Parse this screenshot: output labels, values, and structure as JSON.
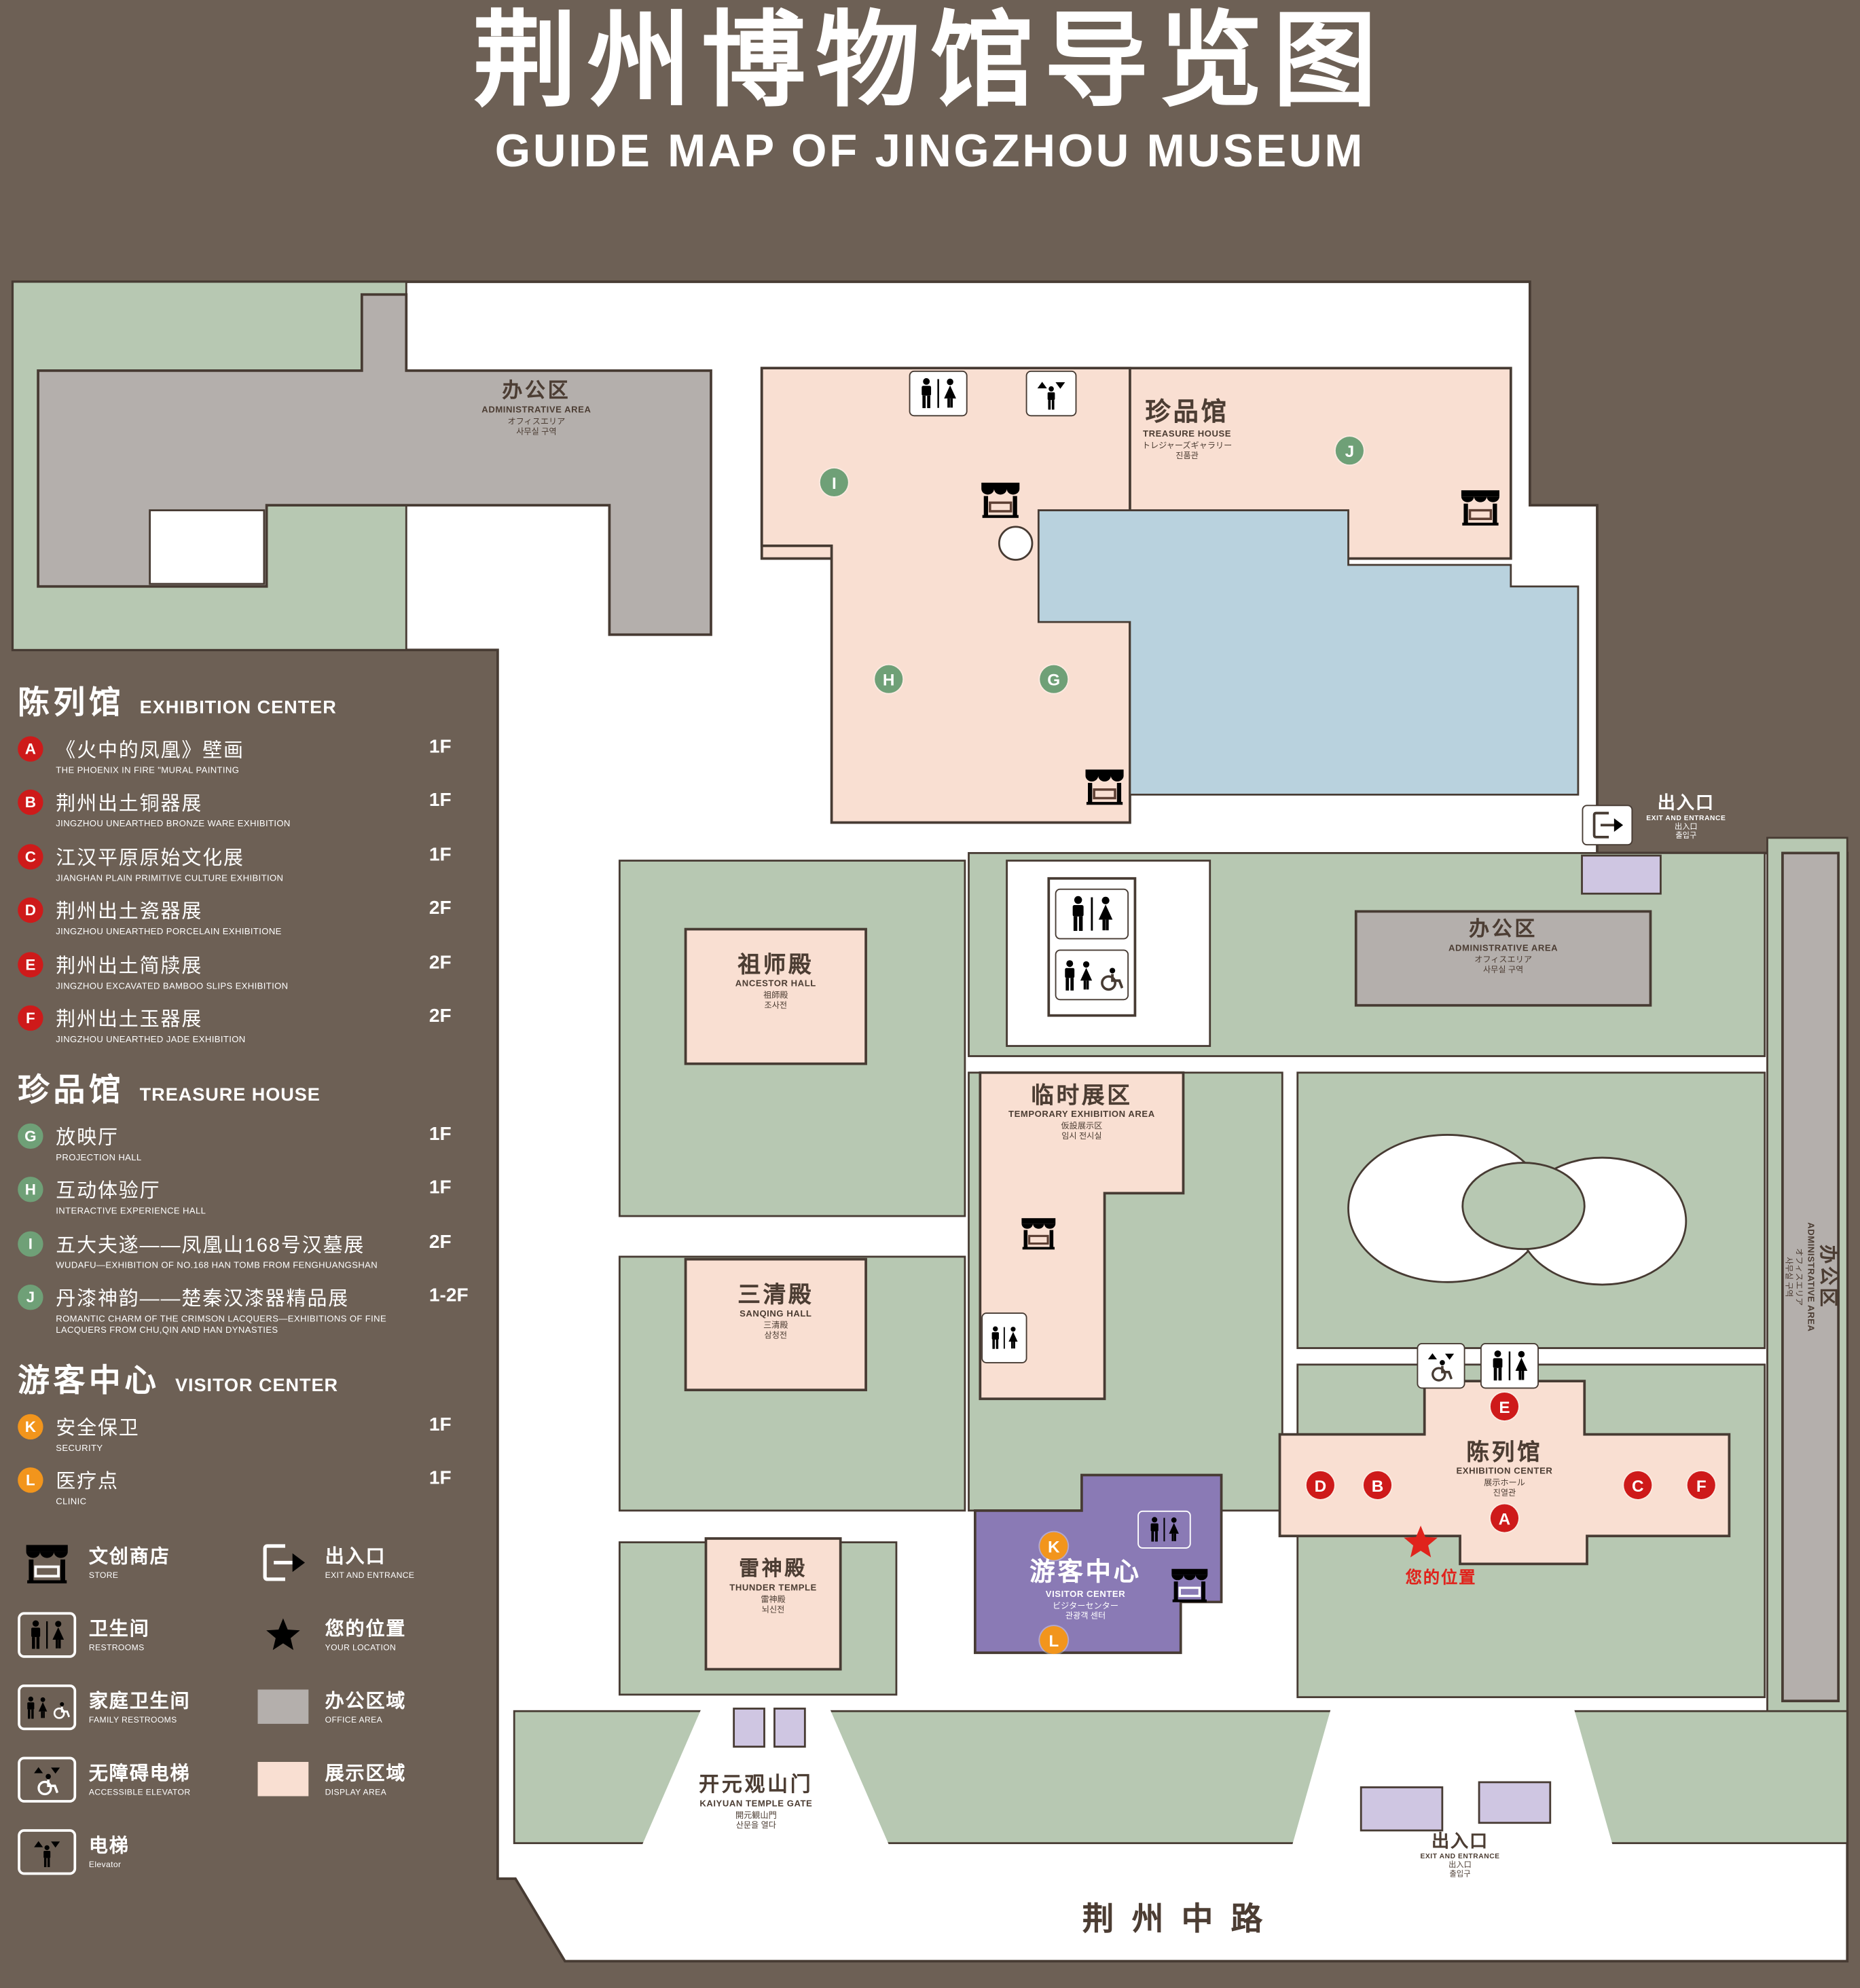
{
  "title": {
    "zh": "荆州博物馆导览图",
    "en": "GUIDE MAP OF JINGZHOU MUSEUM"
  },
  "colors": {
    "background": "#6d6055",
    "lawn": "#b7c8b2",
    "display_area": "#f9dfd2",
    "office_area": "#b4afac",
    "visitor_center": "#8a7ab5",
    "pond": "#b9d2de",
    "outline": "#473b33",
    "marker_red": "#ce1a1a",
    "marker_green": "#6fa077",
    "marker_orange": "#f2951c",
    "location_red": "#e0231c"
  },
  "legend": {
    "sections": [
      {
        "zh": "陈列馆",
        "en": "EXHIBITION CENTER",
        "items": [
          {
            "id": "A",
            "zh": "《火中的凤凰》壁画",
            "en": "THE PHOENIX IN FIRE \"MURAL PAINTING",
            "floor": "1F"
          },
          {
            "id": "B",
            "zh": "荆州出土铜器展",
            "en": "JINGZHOU UNEARTHED BRONZE WARE EXHIBITION",
            "floor": "1F"
          },
          {
            "id": "C",
            "zh": "江汉平原原始文化展",
            "en": "JIANGHAN PLAIN PRIMITIVE CULTURE EXHIBITION",
            "floor": "1F"
          },
          {
            "id": "D",
            "zh": "荆州出土瓷器展",
            "en": "JINGZHOU UNEARTHED PORCELAIN EXHIBITIONE",
            "floor": "2F"
          },
          {
            "id": "E",
            "zh": "荆州出土简牍展",
            "en": "JINGZHOU EXCAVATED BAMBOO SLIPS EXHIBITION",
            "floor": "2F"
          },
          {
            "id": "F",
            "zh": "荆州出土玉器展",
            "en": "JINGZHOU UNEARTHED JADE EXHIBITION",
            "floor": "2F"
          }
        ]
      },
      {
        "zh": "珍品馆",
        "en": "TREASURE HOUSE",
        "items": [
          {
            "id": "G",
            "zh": "放映厅",
            "en": "PROJECTION HALL",
            "floor": "1F"
          },
          {
            "id": "H",
            "zh": "互动体验厅",
            "en": "INTERACTIVE EXPERIENCE HALL",
            "floor": "1F"
          },
          {
            "id": "I",
            "zh": "五大夫遂——凤凰山168号汉墓展",
            "en": "WUDAFU—EXHIBITION OF NO.168 HAN TOMB FROM FENGHUANGSHAN",
            "floor": "2F"
          },
          {
            "id": "J",
            "zh": "丹漆神韵——楚秦汉漆器精品展",
            "en": "ROMANTIC CHARM OF THE CRIMSON LACQUERS—EXHIBITIONS OF FINE LACQUERS FROM CHU,QIN AND HAN DYNASTIES",
            "floor": "1-2F"
          }
        ]
      },
      {
        "zh": "游客中心",
        "en": "VISITOR CENTER",
        "items": [
          {
            "id": "K",
            "zh": "安全保卫",
            "en": "SECURITY",
            "floor": "1F"
          },
          {
            "id": "L",
            "zh": "医疗点",
            "en": "CLINIC",
            "floor": "1F"
          }
        ]
      }
    ],
    "symbols": [
      {
        "zh": "文创商店",
        "en": "STORE",
        "icon": "store-icon"
      },
      {
        "zh": "卫生间",
        "en": "RESTROOMS",
        "icon": "restrooms-icon"
      },
      {
        "zh": "家庭卫生间",
        "en": "FAMILY RESTROOMS",
        "icon": "family-restrooms-icon"
      },
      {
        "zh": "无障碍电梯",
        "en": "ACCESSIBLE ELEVATOR",
        "icon": "accessible-elevator-icon"
      },
      {
        "zh": "电梯",
        "en": "Elevator",
        "icon": "elevator-icon"
      },
      {
        "zh": "出入口",
        "en": "EXIT AND ENTRANCE",
        "icon": "exit-entrance-icon"
      },
      {
        "zh": "您的位置",
        "en": "YOUR LOCATION",
        "icon": "your-location-star"
      },
      {
        "zh": "办公区域",
        "en": "OFFICE AREA",
        "icon": "office-area-swatch"
      },
      {
        "zh": "展示区域",
        "en": "DISPLAY AREA",
        "icon": "display-area-swatch"
      }
    ]
  },
  "map": {
    "buildings": {
      "admin": {
        "zh": "办公区",
        "en": "ADMINISTRATIVE AREA",
        "jp": "オフィスエリア",
        "kr": "사무실 구역"
      },
      "treasure_house": {
        "zh": "珍品馆",
        "en": "TREASURE HOUSE",
        "jp": "トレジャーズギャラリー",
        "kr": "진품관"
      },
      "ancestor_hall": {
        "zh": "祖师殿",
        "en": "ANCESTOR HALL",
        "jp": "祖師殿",
        "kr": "조사전"
      },
      "temporary_exhibition": {
        "zh": "临时展区",
        "en": "TEMPORARY EXHIBITION AREA",
        "jp": "仮設展示区",
        "kr": "임시 전시실"
      },
      "sanqing_hall": {
        "zh": "三清殿",
        "en": "SANQING HALL",
        "jp": "三清殿",
        "kr": "삼청전"
      },
      "thunder_temple": {
        "zh": "雷神殿",
        "en": "THUNDER TEMPLE",
        "jp": "雷神殿",
        "kr": "뇌신전"
      },
      "visitor_center": {
        "zh": "游客中心",
        "en": "VISITOR CENTER",
        "jp": "ビジターセンター",
        "kr": "관광객 센터"
      },
      "exhibition_center": {
        "zh": "陈列馆",
        "en": "EXHIBITION CENTER",
        "jp": "展示ホール",
        "kr": "진열관"
      },
      "gate": {
        "zh": "开元观山门",
        "en": "KAIYUAN TEMPLE GATE",
        "jp": "開元観山門",
        "kr": "산문을 열다"
      }
    },
    "exits": {
      "zh": "出入口",
      "en": "EXIT AND ENTRANCE",
      "jp": "出入口",
      "kr": "출입구"
    },
    "road": "荆州中路",
    "your_location": "您的位置",
    "markers": [
      {
        "letter": "A"
      },
      {
        "letter": "B"
      },
      {
        "letter": "C"
      },
      {
        "letter": "D"
      },
      {
        "letter": "E"
      },
      {
        "letter": "F"
      },
      {
        "letter": "G"
      },
      {
        "letter": "H"
      },
      {
        "letter": "I"
      },
      {
        "letter": "J"
      },
      {
        "letter": "K"
      },
      {
        "letter": "L"
      }
    ]
  }
}
